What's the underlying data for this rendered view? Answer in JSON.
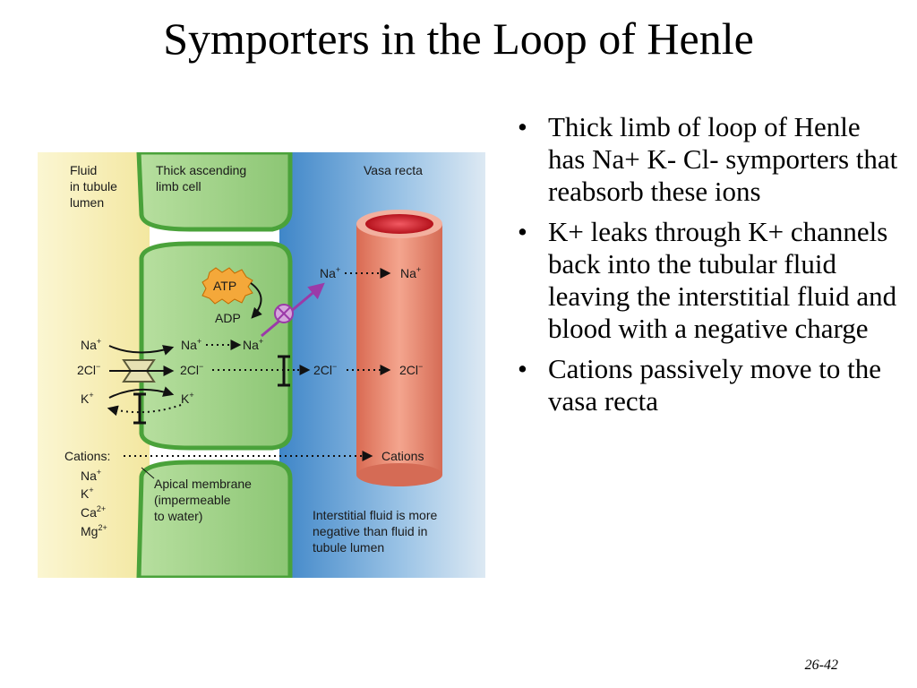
{
  "title": "Symporters in the Loop of Henle",
  "bullets": [
    "Thick limb of loop of Henle has Na+ K- Cl- symporters that reabsorb these ions",
    "K+ leaks through K+ channels back into the tubular fluid leaving the interstitial fluid and blood with a negative charge",
    "Cations passively move to the vasa recta"
  ],
  "slide_number": "26-42",
  "figure": {
    "fluid_label": [
      "Fluid",
      "in tubule",
      "lumen"
    ],
    "cell_label": [
      "Thick ascending",
      "limb cell"
    ],
    "vasa_label": "Vasa recta",
    "atp": "ATP",
    "adp": "ADP",
    "na": "Na",
    "cl": "2Cl",
    "k": "K",
    "cations_label": "Cations:",
    "cations_list": [
      "Na",
      "K",
      "Ca",
      "Mg"
    ],
    "cations_vessel": "Cations",
    "apical_label": [
      "Apical membrane",
      "(impermeable",
      "to water)"
    ],
    "interstitial_label": [
      "Interstitial fluid is more",
      "negative than fluid in",
      "tubule lumen"
    ],
    "plus": "+",
    "minus": "−",
    "two_plus": "2+"
  },
  "colors": {
    "lumen": "#f7efb2",
    "cell": "#9fd08a",
    "cell_border": "#4aa23a",
    "interstitial": "#7fb3de",
    "vessel": "#e88f77",
    "vessel_lumen": "#d0202a",
    "atp": "#f4a83a"
  }
}
